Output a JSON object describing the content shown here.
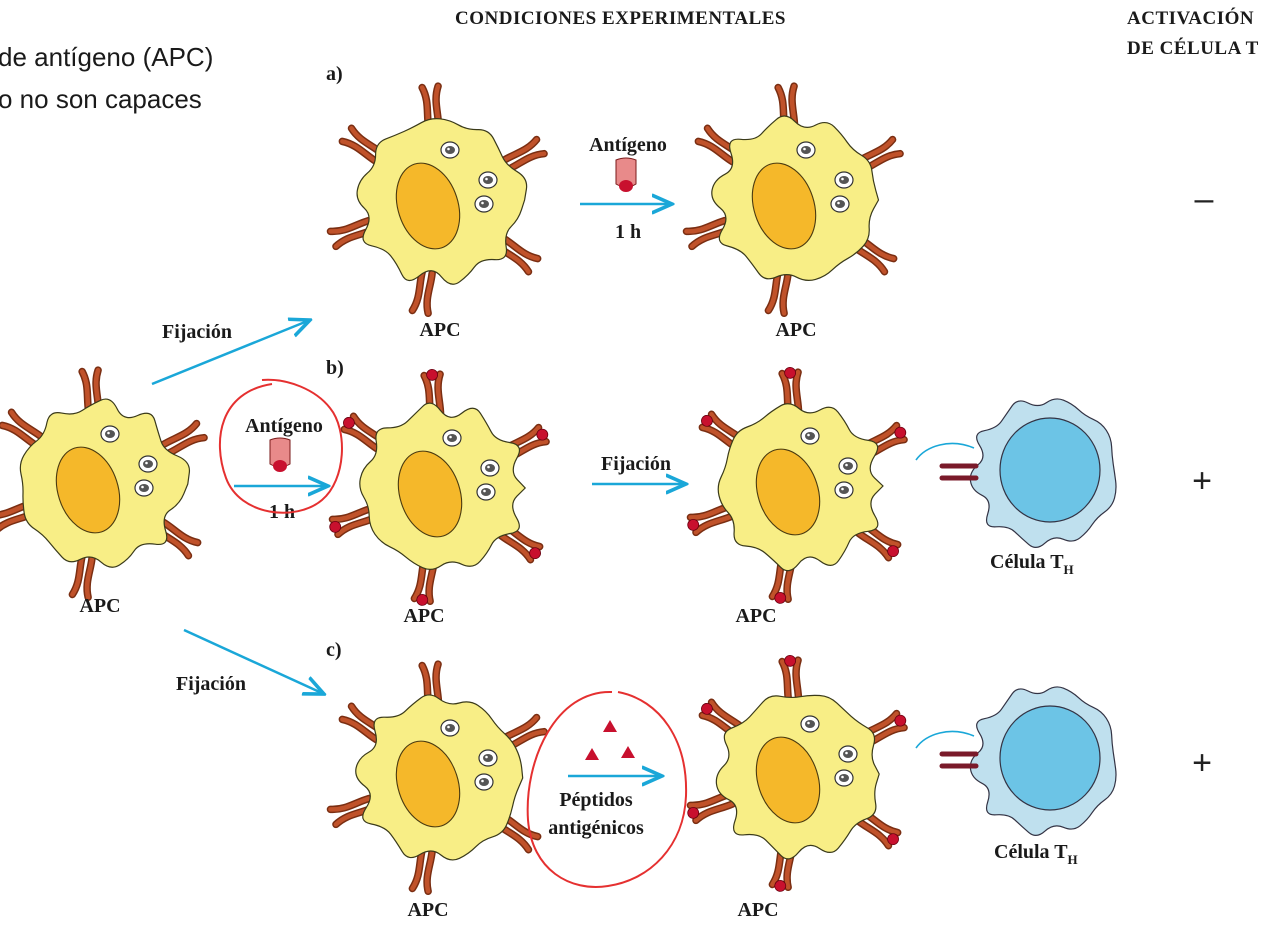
{
  "slide_text": {
    "line1": "de antígeno (APC)",
    "line2": "o no son capaces"
  },
  "header": {
    "conditions": "CONDICIONES EXPERIMENTALES",
    "activation_line1": "ACTIVACIÓN",
    "activation_line2": "DE CÉLULA T"
  },
  "start": {
    "apc_label": "APC",
    "arrow_up_label": "Fijación",
    "arrow_down_label": "Fijación"
  },
  "rows": {
    "a": {
      "label": "a)",
      "apc_left": "APC",
      "apc_right": "APC",
      "step_top": "Antígeno",
      "step_bottom": "1 h",
      "result": "–"
    },
    "b": {
      "label": "b)",
      "start_top": "Antígeno",
      "start_bottom": "1 h",
      "apc_left": "APC",
      "apc_right": "APC",
      "step": "Fijación",
      "cell": "Célula T",
      "cell_sub": "H",
      "result": "+"
    },
    "c": {
      "label": "c)",
      "apc_left": "APC",
      "apc_right": "APC",
      "step_line1": "Péptidos",
      "step_line2": "antigénicos",
      "cell": "Célula T",
      "cell_sub": "H",
      "result": "+"
    }
  },
  "colors": {
    "cell_fill": "#f8ee86",
    "cell_stroke": "#3a3a1a",
    "nucleus": "#f5b82a",
    "receptor": "#c0522a",
    "receptor_dark": "#7a2e12",
    "antigen": "#c8102e",
    "antigen_light": "#e88a8a",
    "arrow": "#1aa7d8",
    "annotation": "#e53030",
    "t_outer": "#bfe0ee",
    "t_inner": "#6cc4e6",
    "tcr": "#7a1a2a"
  },
  "icons": {
    "apc_cell": "apc-icon",
    "t_cell": "t-cell-icon",
    "antigen": "antigen-icon",
    "peptide": "peptide-icon",
    "arrow": "arrow-icon"
  }
}
